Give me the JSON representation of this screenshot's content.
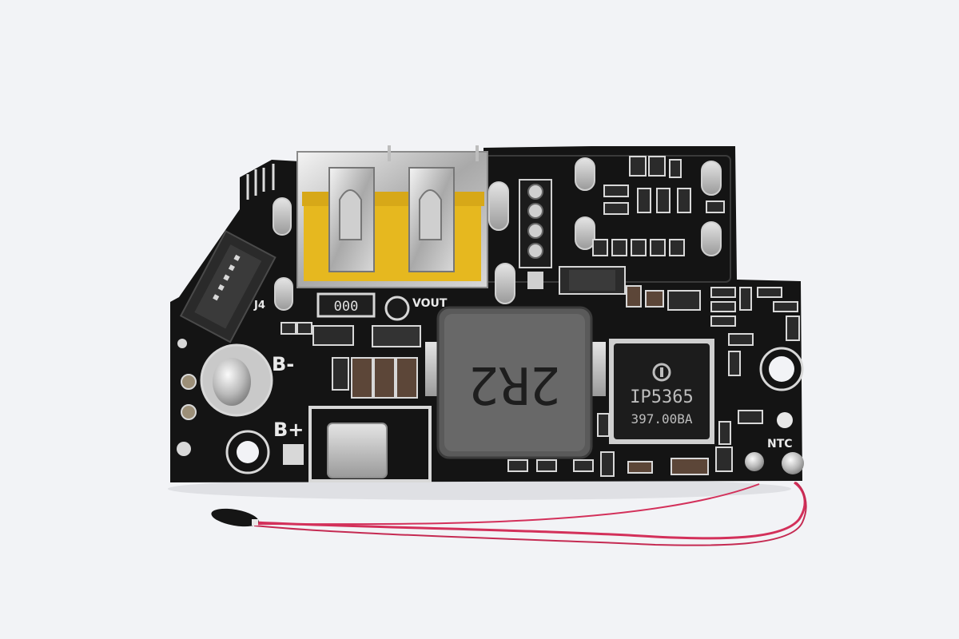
{
  "labels": {
    "connector": "J4",
    "battery_neg": "B-",
    "battery_pos": "B+",
    "vout": "VOUT",
    "ntc": "NTC",
    "resistor_code": "000"
  },
  "inductor_marking": "2R2",
  "ic": {
    "part": "IP5365",
    "code": "397.00BA",
    "logo": "injoinic-logo"
  },
  "colors": {
    "background": "#f2f3f6",
    "pcb": "#141414",
    "silkscreen": "#e9e9e9",
    "usb_insulator": "#e6b81f",
    "thermistor_wire": "#d3305a"
  }
}
